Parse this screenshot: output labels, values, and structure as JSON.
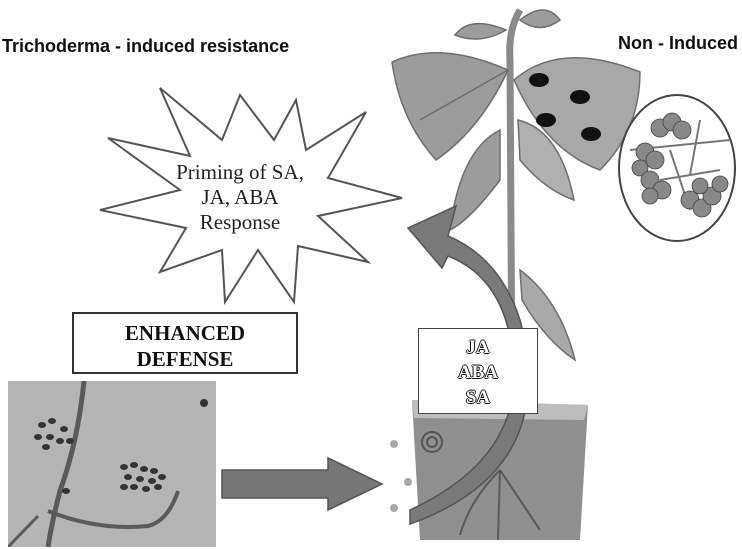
{
  "titles": {
    "left": "Trichoderma - induced resistance",
    "right": "Non - Induced"
  },
  "burst": {
    "line1": "Priming of SA,",
    "line2": "JA, ABA",
    "line3": "Response"
  },
  "defense": {
    "line1": "ENHANCED",
    "line2": "DEFENSE"
  },
  "hormones": [
    "JA",
    "ABA",
    "SA"
  ],
  "colors": {
    "arrow": "#777777",
    "leaf": "#9a9a9a",
    "soil": "#8e8e8e",
    "lesion": "#111111"
  }
}
